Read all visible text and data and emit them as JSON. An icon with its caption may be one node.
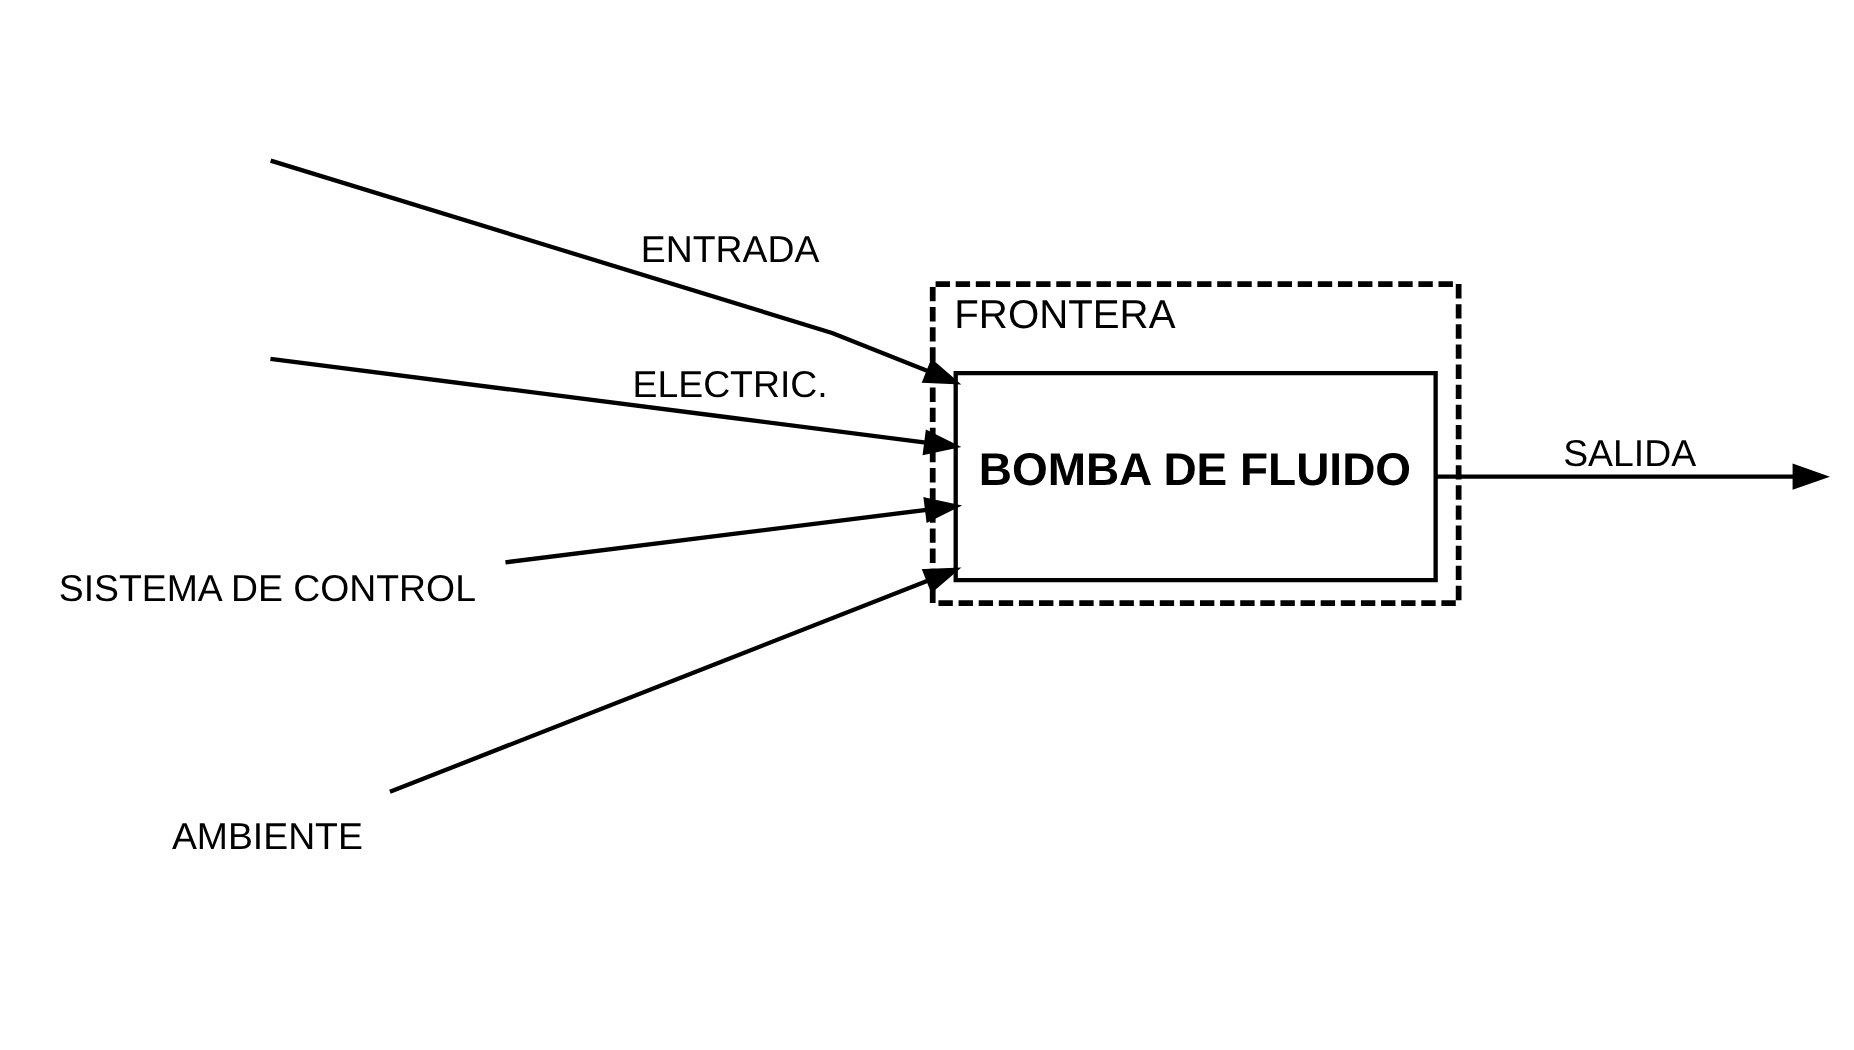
{
  "diagram": {
    "nodes": [
      {
        "text": [
          "FRONTERA"
        ]
      },
      {
        "text": [
          "SISTEMA DE CONTROL"
        ]
      },
      {
        "text": [
          "BOMBA DE FLUIDO"
        ],
        "in": 0
      },
      {
        "text": [
          "AMBIENTE"
        ]
      }
    ],
    "edges": [
      {
        "from": 1,
        "to": 2,
        "arrow": "to"
      },
      {
        "from": null,
        "to": 2,
        "arrow": "to",
        "label": "ENTRADA"
      },
      {
        "from": null,
        "to": 2,
        "arrow": "to",
        "label": "ELECTRIC."
      },
      {
        "from": 3,
        "to": 2,
        "arrow": "to"
      },
      {
        "from": 2,
        "to": null,
        "arrow": "to",
        "label": "SALIDA"
      }
    ]
  }
}
